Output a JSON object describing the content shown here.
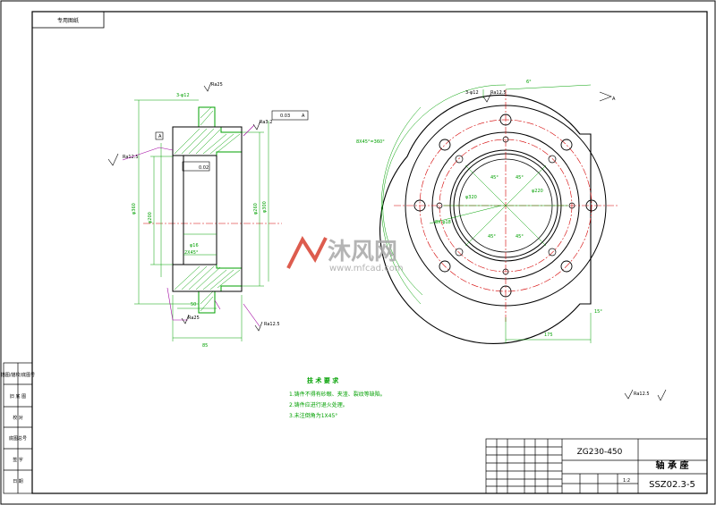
{
  "drawing": {
    "top_left_label": "专用图纸",
    "left_strip_labels": [
      "描图/描校/底图号",
      "旧 底 图",
      "校 对",
      "底图总号",
      "签 字",
      "日 期"
    ],
    "tech_req": {
      "title": "技 术 要 求",
      "items": [
        "1.铸件不得有砂眼、夹渣、裂纹等缺陷。",
        "2.铸件应进行退火处理。",
        "3.未注倒角为1X45°"
      ]
    },
    "roughness_note": "Ra12.5",
    "title_block": {
      "material": "ZG230-450",
      "part_name": "轴 承 座",
      "drawing_no": "SSZ02.3-5",
      "scale": "1:2"
    },
    "section_labels": {
      "top_feature": "3-φ12",
      "face_ra1": "Ra25",
      "face_ra2": "Ra3.2",
      "tol_flatness": "0.03",
      "tol_datum": "A",
      "left_ra": "Ra12.5",
      "datum_mark": "A",
      "inner_tol": "0.02",
      "chamfer": "2X45°",
      "slot": "φ16",
      "bottom_ra": "Ra25",
      "bottom_right_ra": "Ra12.5",
      "dim_outer": "φ360",
      "dim_bore": "φ200",
      "dim_right": "φ260",
      "dim_far_right": "φ300",
      "dim_width": "85",
      "dim_bottom": "50"
    },
    "front_labels": {
      "holes": "8X φ18",
      "chord": "8X45°=360°",
      "angle_top": "45°",
      "angle_left": "45°",
      "angle_bottom": "45°",
      "angle_right": "45°",
      "pcd": "φ320",
      "inner": "φ220",
      "ra_top": "Ra12.5",
      "ra_mark": "3-φ12",
      "side_dim": "175",
      "view_a": "A",
      "deg_top": "6°",
      "deg_bottom": "15°"
    }
  },
  "colors": {
    "outline": "#000000",
    "dimension": "#00a000",
    "center": "#d40000",
    "leader": "#a000a0",
    "watermark": "#b0b0b0",
    "watermark_accent": "#d84030"
  },
  "watermark": {
    "brand": "沐风网",
    "url": "www.mfcad.com"
  }
}
